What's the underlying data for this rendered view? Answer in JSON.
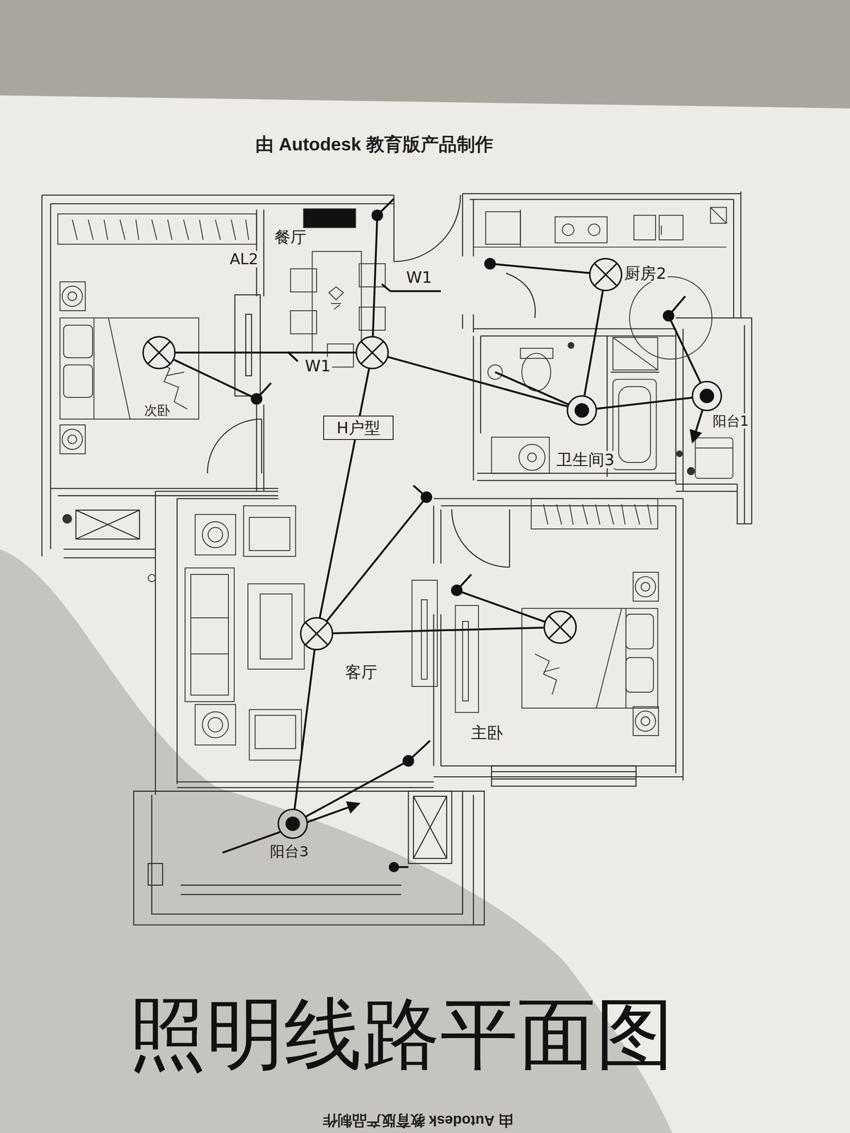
{
  "diagram": {
    "title": "照明线路平面图",
    "nodes": [
      {
        "text": [
          "H户型"
        ]
      }
    ],
    "labels": [
      "由 Autodesk 教育版产品制作",
      "餐厅",
      "AL2",
      "W1",
      "W1",
      "厨房2",
      "卫生间3",
      "阳台1",
      "次卧",
      "客厅",
      "主卧",
      "阳台3",
      "由 Autodesk 教育版产品制作"
    ]
  }
}
